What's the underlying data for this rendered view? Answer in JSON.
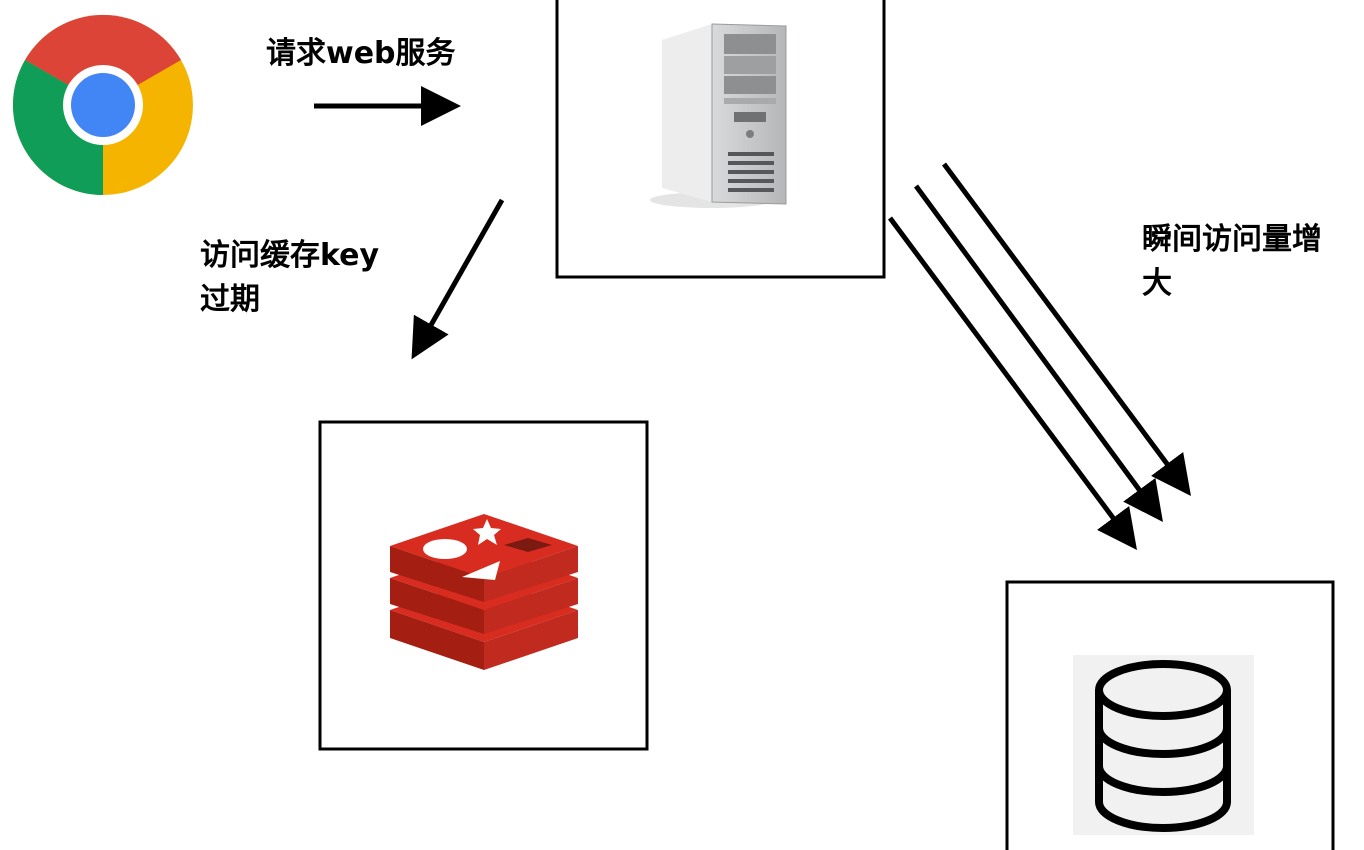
{
  "labels": {
    "request_web": "请求web服务",
    "cache_key_line1": "访问缓存key",
    "cache_key_line2": "过期",
    "traffic_line1": "瞬间访问量增",
    "traffic_line2": "大"
  },
  "nodes": {
    "browser": {
      "icon": "chrome-browser-icon"
    },
    "web_server": {
      "icon": "server-tower-icon"
    },
    "cache": {
      "icon": "redis-icon"
    },
    "database": {
      "icon": "database-icon"
    }
  },
  "colors": {
    "ink": "#000000",
    "chrome_red": "#DB4437",
    "chrome_green": "#0F9D58",
    "chrome_yellow": "#F4B400",
    "chrome_blue": "#4285F4",
    "redis_red": "#D82C20",
    "redis_dark": "#A41E11",
    "server_gray": "#C9CACB"
  }
}
